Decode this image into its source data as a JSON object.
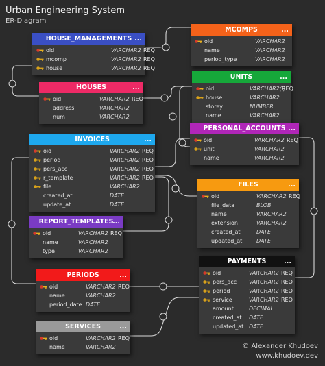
{
  "header": {
    "title": "Urban Engineering System",
    "subtitle": "ER-Diagram"
  },
  "footer": {
    "author": "© Alexander Khudoev",
    "site": "www.khudoev.dev"
  },
  "colors": {
    "house_managements": "#3a4fc4",
    "mcomps": "#f4621a",
    "units": "#16a83a",
    "houses": "#ee2a66",
    "personal_accounts": "#b026b8",
    "invoices": "#1ea8ee",
    "files": "#f79a10",
    "report_templates": "#7a3bc4",
    "periods": "#f21a1a",
    "payments": "#111111",
    "services": "#9a9a9a",
    "link_line": "#d8d8d8",
    "key_icon": "#e8b020"
  },
  "menu_glyph": "...",
  "tables": {
    "house_managements": {
      "name": "HOUSE_MANAGEMENTS",
      "fields": [
        {
          "key": "pk",
          "name": "oid",
          "type": "VARCHAR2",
          "req": "REQ"
        },
        {
          "key": "fk",
          "name": "mcomp",
          "type": "VARCHAR2",
          "req": "REQ"
        },
        {
          "key": "fk",
          "name": "house",
          "type": "VARCHAR2",
          "req": "REQ"
        }
      ]
    },
    "mcomps": {
      "name": "MCOMPS",
      "fields": [
        {
          "key": "pk",
          "name": "oid",
          "type": "VARCHAR2",
          "req": ""
        },
        {
          "key": "",
          "name": "name",
          "type": "VARCHAR2",
          "req": ""
        },
        {
          "key": "",
          "name": "period_type",
          "type": "VARCHAR2",
          "req": ""
        }
      ]
    },
    "units": {
      "name": "UNITS",
      "fields": [
        {
          "key": "pk",
          "name": "oid",
          "type": "VARCHAR2( )",
          "req": "REQ"
        },
        {
          "key": "fk",
          "name": "house",
          "type": "VARCHAR2",
          "req": ""
        },
        {
          "key": "",
          "name": "storey",
          "type": "NUMBER",
          "req": ""
        },
        {
          "key": "",
          "name": "name",
          "type": "VARCHAR2",
          "req": ""
        }
      ]
    },
    "houses": {
      "name": "HOUSES",
      "fields": [
        {
          "key": "pk",
          "name": "oid",
          "type": "VARCHAR2",
          "req": "REQ"
        },
        {
          "key": "",
          "name": "address",
          "type": "VARCHAR2",
          "req": ""
        },
        {
          "key": "",
          "name": "num",
          "type": "VARCHAR2",
          "req": ""
        }
      ]
    },
    "personal_accounts": {
      "name": "PERSONAL_ACCOUNTS",
      "fields": [
        {
          "key": "pk",
          "name": "oid",
          "type": "VARCHAR2",
          "req": "REQ"
        },
        {
          "key": "fk",
          "name": "unit",
          "type": "VARCHAR2",
          "req": ""
        },
        {
          "key": "",
          "name": "name",
          "type": "VARCHAR2",
          "req": ""
        }
      ]
    },
    "invoices": {
      "name": "INVOICES",
      "fields": [
        {
          "key": "pk",
          "name": "oid",
          "type": "VARCHAR2",
          "req": "REQ"
        },
        {
          "key": "fk",
          "name": "period",
          "type": "VARCHAR2",
          "req": "REQ"
        },
        {
          "key": "fk",
          "name": "pers_acc",
          "type": "VARCHAR2",
          "req": "REQ"
        },
        {
          "key": "fk",
          "name": "r_template",
          "type": "VARCHAR2",
          "req": "REQ"
        },
        {
          "key": "fk",
          "name": "file",
          "type": "VARCHAR2",
          "req": ""
        },
        {
          "key": "",
          "name": "created_at",
          "type": "DATE",
          "req": ""
        },
        {
          "key": "",
          "name": "update_at",
          "type": "DATE",
          "req": ""
        }
      ]
    },
    "files": {
      "name": "FILES",
      "fields": [
        {
          "key": "pk",
          "name": "oid",
          "type": "VARCHAR2",
          "req": "REQ"
        },
        {
          "key": "",
          "name": "file_data",
          "type": "BLOB",
          "req": ""
        },
        {
          "key": "",
          "name": "name",
          "type": "VARCHAR2",
          "req": ""
        },
        {
          "key": "",
          "name": "extension",
          "type": "VARCHAR2",
          "req": ""
        },
        {
          "key": "",
          "name": "created_at",
          "type": "DATE",
          "req": ""
        },
        {
          "key": "",
          "name": "updated_at",
          "type": "DATE",
          "req": ""
        }
      ]
    },
    "report_templates": {
      "name": "REPORT_TEMPLATES",
      "fields": [
        {
          "key": "pk",
          "name": "oid",
          "type": "VARCHAR2",
          "req": "REQ"
        },
        {
          "key": "",
          "name": "name",
          "type": "VARCHAR2",
          "req": ""
        },
        {
          "key": "",
          "name": "type",
          "type": "VARCHAR2",
          "req": ""
        }
      ]
    },
    "periods": {
      "name": "PERIODS",
      "fields": [
        {
          "key": "pk",
          "name": "oid",
          "type": "VARCHAR2",
          "req": "REQ"
        },
        {
          "key": "",
          "name": "name",
          "type": "VARCHAR2",
          "req": ""
        },
        {
          "key": "",
          "name": "period_date",
          "type": "DATE",
          "req": ""
        }
      ]
    },
    "payments": {
      "name": "PAYMENTS",
      "fields": [
        {
          "key": "pk",
          "name": "oid",
          "type": "VARCHAR2",
          "req": "REQ"
        },
        {
          "key": "fk",
          "name": "pers_acc",
          "type": "VARCHAR2",
          "req": "REQ"
        },
        {
          "key": "fk",
          "name": "period",
          "type": "VARCHAR2",
          "req": "REQ"
        },
        {
          "key": "fk",
          "name": "service",
          "type": "VARCHAR2",
          "req": "REQ"
        },
        {
          "key": "",
          "name": "amount",
          "type": "DECIMAL",
          "req": ""
        },
        {
          "key": "",
          "name": "created_at",
          "type": "DATE",
          "req": ""
        },
        {
          "key": "",
          "name": "updated_at",
          "type": "DATE",
          "req": ""
        }
      ]
    },
    "services": {
      "name": "SERVICES",
      "fields": [
        {
          "key": "pk",
          "name": "oid",
          "type": "VARCHAR2",
          "req": "REQ"
        },
        {
          "key": "",
          "name": "name",
          "type": "VARCHAR2",
          "req": ""
        }
      ]
    }
  }
}
